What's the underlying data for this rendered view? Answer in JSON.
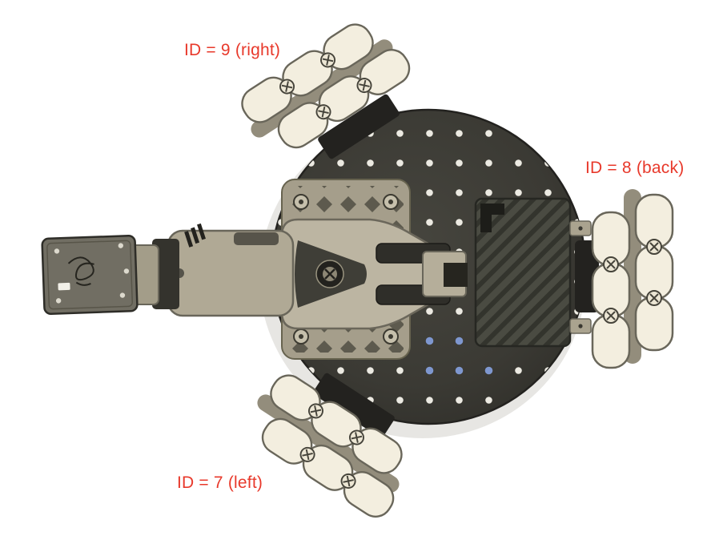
{
  "figure": {
    "description": "Top view CAD render of omnidirectional mobile robot with arm, three omni wheels annotated with motor IDs",
    "background": "#ffffff"
  },
  "annotations": [
    {
      "key": "wheel_right",
      "text": "ID = 9 (right)"
    },
    {
      "key": "wheel_back",
      "text": "ID = 8 (back)"
    },
    {
      "key": "wheel_left",
      "text": "ID = 7 (left)"
    }
  ],
  "colors": {
    "annotation_red": "#e8392b",
    "base_plate": "#3b3a34",
    "wheel_cream": "#f3eedf",
    "arm_tan": "#b5ae9a",
    "heatsink_dark": "#33342d",
    "hole_white": "#eceae2",
    "hole_blue": "#7e97cf"
  }
}
